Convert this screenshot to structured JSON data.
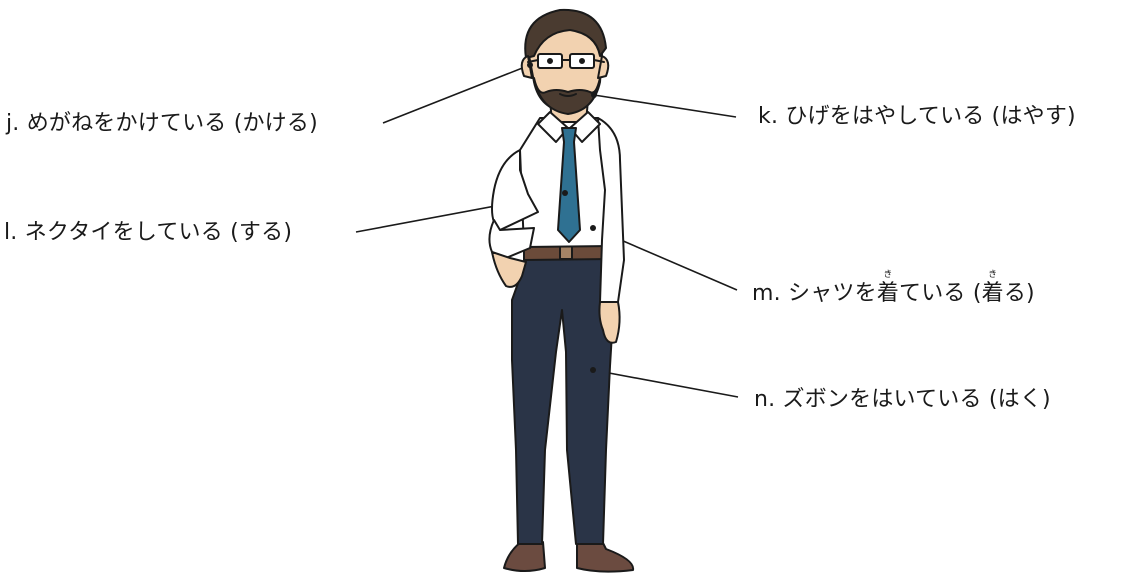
{
  "labels": {
    "j": "j. めがねをかけている (かける)",
    "k": "k. ひげをはやしている (はやす)",
    "l": "l. ネクタイをしている (する)",
    "m": {
      "prefix": "m. シャツを",
      "kanji": "着",
      "ruby": "き",
      "middle": "ている (",
      "kanji2": "着",
      "ruby2": "き",
      "suffix": "る)"
    },
    "n": "n. ズボンをはいている (はく)"
  },
  "colors": {
    "skin": "#f2d2b0",
    "hair": "#4a3b30",
    "shirt": "#ffffff",
    "tie": "#2f7192",
    "pants": "#2a3447",
    "belt": "#6b4b3a",
    "shoes": "#6b4b40",
    "outline": "#1a1a1a"
  }
}
